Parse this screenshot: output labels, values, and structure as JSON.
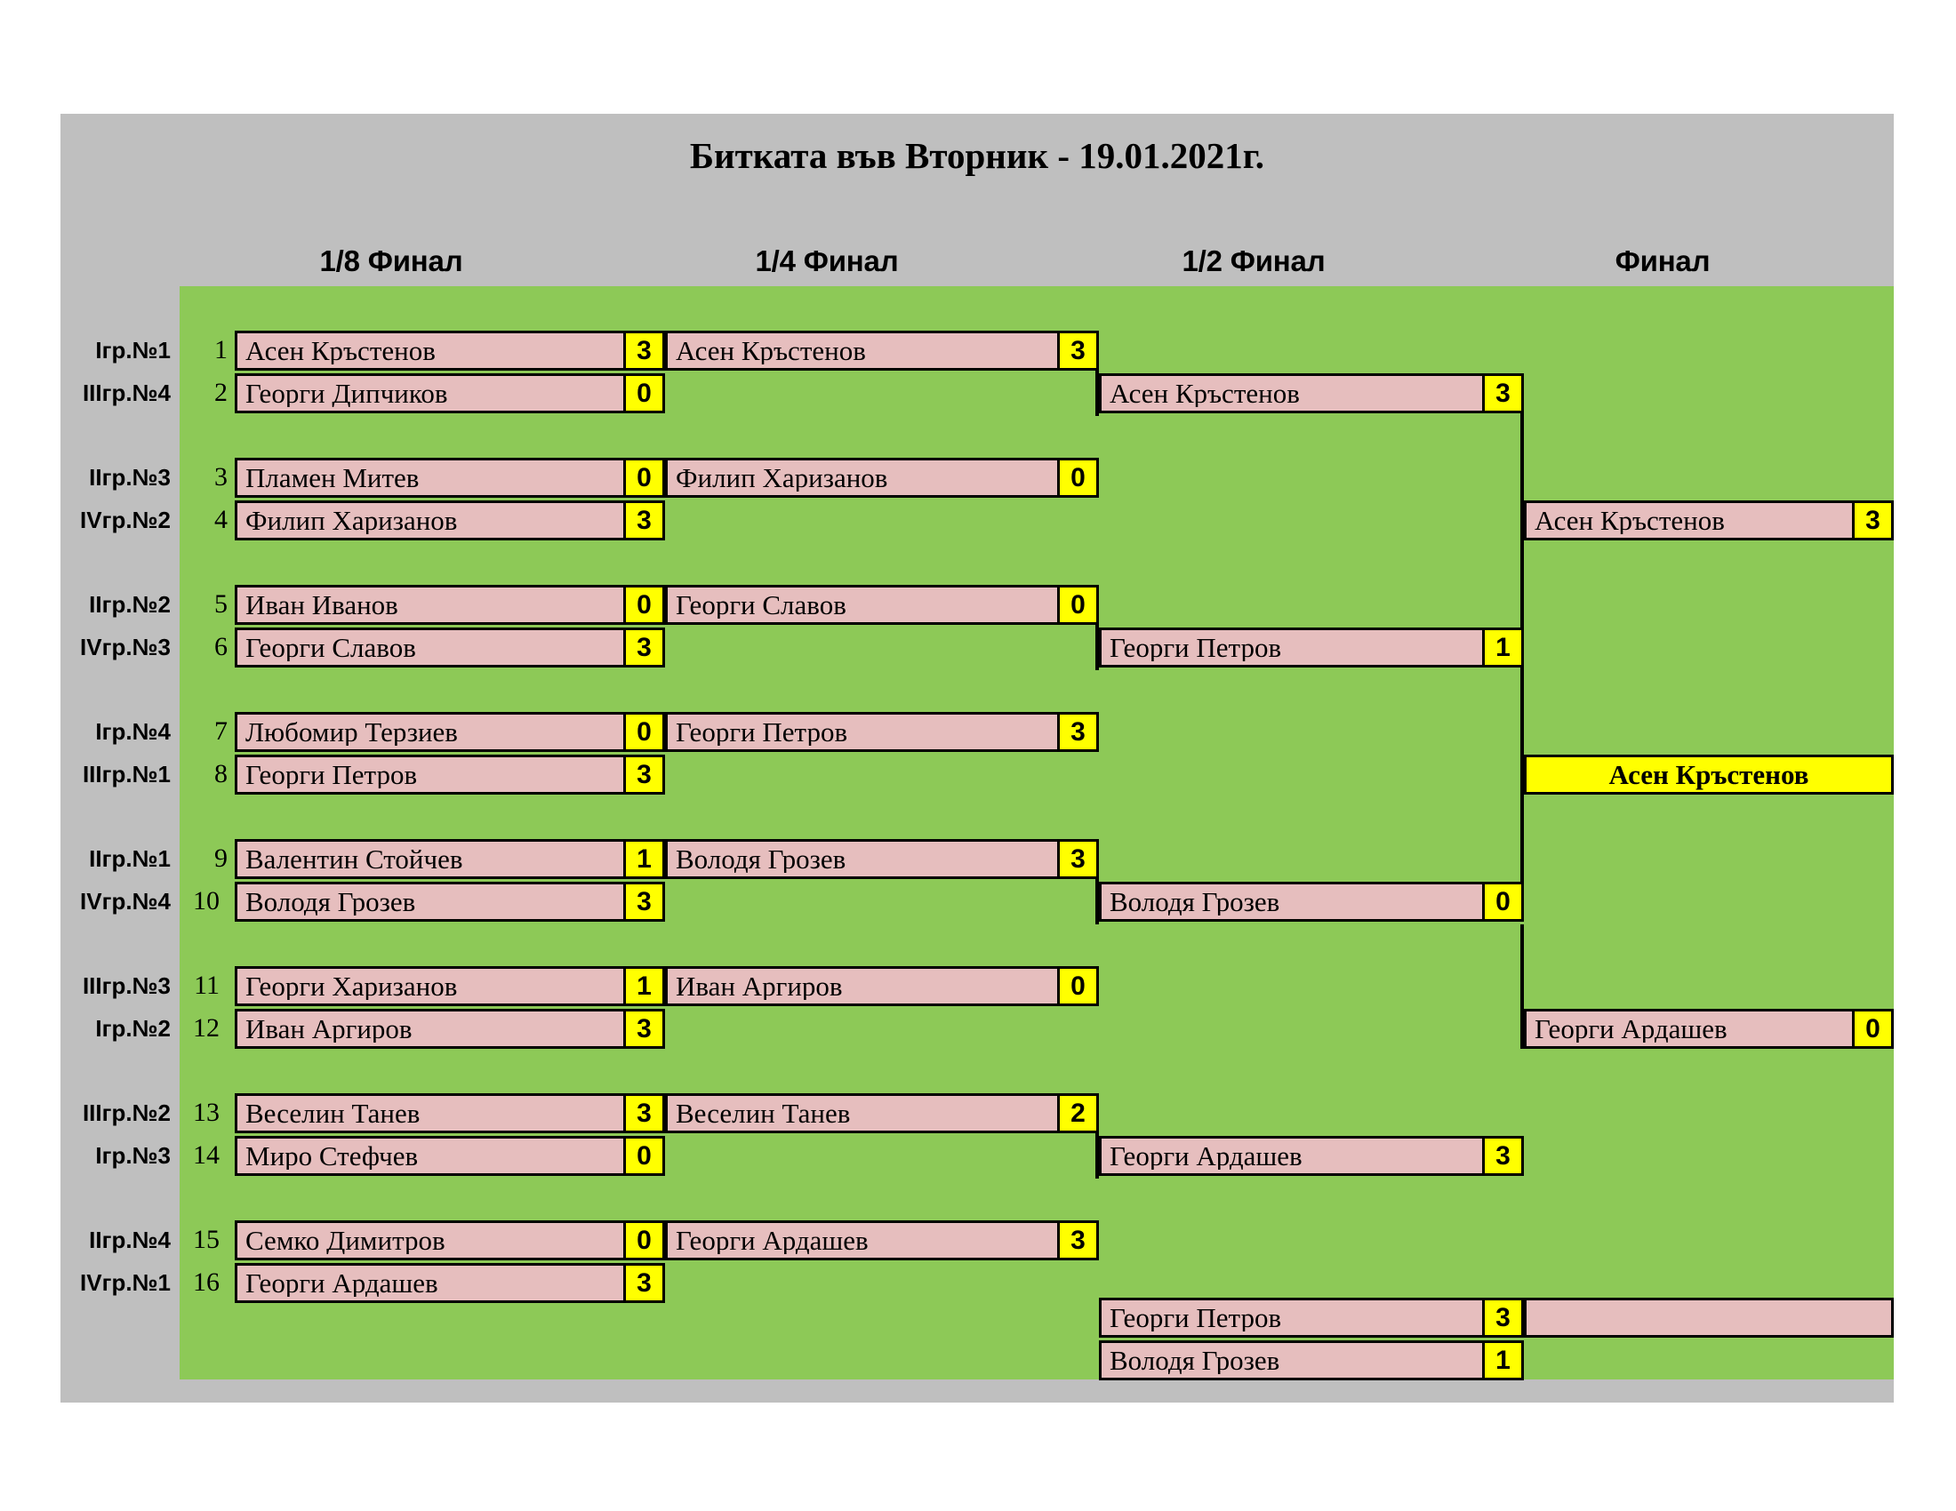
{
  "title": "Битката във Вторник - 19.01.2021г.",
  "rounds": [
    {
      "label": "1/8 Финал"
    },
    {
      "label": "1/4 Финал"
    },
    {
      "label": "1/2 Финал"
    },
    {
      "label": "Финал"
    }
  ],
  "colors": {
    "frame": "#bfbfbf",
    "bracket_bg": "#8DC957",
    "slot_bg": "#E6BEBE",
    "score_bg": "#FFFF00",
    "champion_bg": "#FFFF00",
    "border": "#000000"
  },
  "group_labels": [
    "Iгр.№1",
    "IIIгр.№4",
    "IIгр.№3",
    "IVгр.№2",
    "IIгр.№2",
    "IVгр.№3",
    "Iгр.№4",
    "IIIгр.№1",
    "IIгр.№1",
    "IVгр.№4",
    "IIIгр.№3",
    "Iгр.№2",
    "IIIгр.№2",
    "Iгр.№3",
    "IIгр.№4",
    "IVгр.№1"
  ],
  "seeds": [
    "1",
    "2",
    "3",
    "4",
    "5",
    "6",
    "7",
    "8",
    "9",
    "10",
    "11",
    "12",
    "13",
    "14",
    "15",
    "16"
  ],
  "r16": [
    {
      "name": "Асен Кръстенов",
      "score": "3"
    },
    {
      "name": "Георги Дипчиков",
      "score": "0"
    },
    {
      "name": "Пламен Митев",
      "score": "0"
    },
    {
      "name": "Филип Харизанов",
      "score": "3"
    },
    {
      "name": "Иван Иванов",
      "score": "0"
    },
    {
      "name": "Георги Славов",
      "score": "3"
    },
    {
      "name": "Любомир Терзиев",
      "score": "0"
    },
    {
      "name": "Георги Петров",
      "score": "3"
    },
    {
      "name": "Валентин Стойчев",
      "score": "1"
    },
    {
      "name": "Володя Грозев",
      "score": "3"
    },
    {
      "name": "Георги Харизанов",
      "score": "1"
    },
    {
      "name": "Иван Аргиров",
      "score": "3"
    },
    {
      "name": "Веселин Танев",
      "score": "3"
    },
    {
      "name": "Миро Стефчев",
      "score": "0"
    },
    {
      "name": "Семко Димитров",
      "score": "0"
    },
    {
      "name": "Георги Ардашев",
      "score": "3"
    }
  ],
  "r8": [
    {
      "name": "Асен Кръстенов",
      "score": "3"
    },
    {
      "name": "Филип Харизанов",
      "score": "0"
    },
    {
      "name": "Георги Славов",
      "score": "0"
    },
    {
      "name": "Георги Петров",
      "score": "3"
    },
    {
      "name": "Володя Грозев",
      "score": "3"
    },
    {
      "name": "Иван Аргиров",
      "score": "0"
    },
    {
      "name": "Веселин Танев",
      "score": "2"
    },
    {
      "name": "Георги Ардашев",
      "score": "3"
    }
  ],
  "r4": [
    {
      "name": "Асен Кръстенов",
      "score": "3"
    },
    {
      "name": "Георги Петров",
      "score": "1"
    },
    {
      "name": "Володя Грозев",
      "score": "0"
    },
    {
      "name": "Георги Ардашев",
      "score": "3"
    }
  ],
  "r2": [
    {
      "name": "Асен Кръстенов",
      "score": "3"
    },
    {
      "name": "Георги Ардашев",
      "score": "0"
    }
  ],
  "champion": "Асен Кръстенов",
  "third_place": [
    {
      "name": "Георги Петров",
      "score": "3"
    },
    {
      "name": "Володя Грозев",
      "score": "1"
    }
  ]
}
